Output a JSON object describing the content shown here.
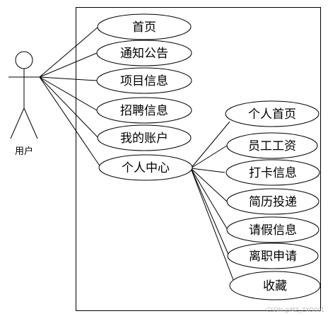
{
  "actor": {
    "label": "用户"
  },
  "left_use_cases": [
    {
      "label": "首页"
    },
    {
      "label": "通知公告"
    },
    {
      "label": "项目信息"
    },
    {
      "label": "招聘信息"
    },
    {
      "label": "我的账户"
    },
    {
      "label": "个人中心"
    }
  ],
  "right_use_cases": [
    {
      "label": "个人首页"
    },
    {
      "label": "员工工资"
    },
    {
      "label": "打卡信息"
    },
    {
      "label": "简历投递"
    },
    {
      "label": "请假信息"
    },
    {
      "label": "离职申请"
    },
    {
      "label": "收藏"
    }
  ],
  "watermark": "CSDN @MZ_ZXD001"
}
